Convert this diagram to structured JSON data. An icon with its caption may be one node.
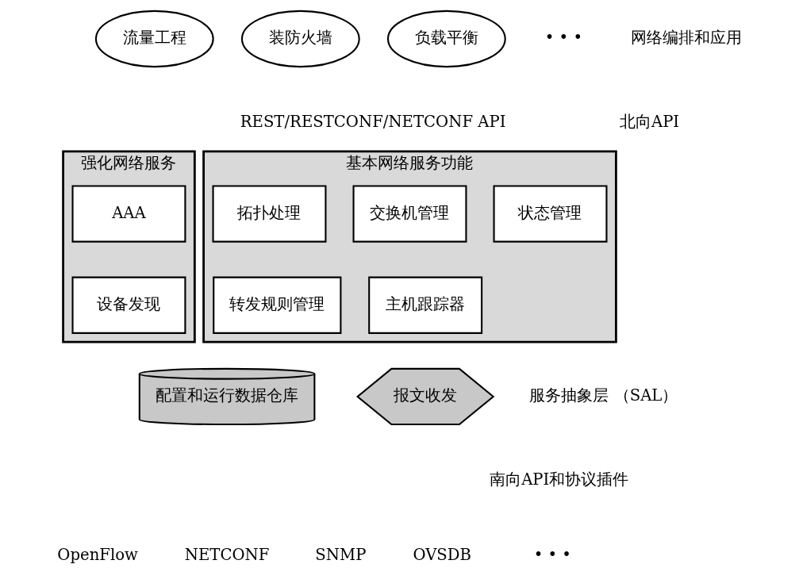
{
  "diagram": {
    "nodes": [
      {
        "text": [
          "流量工程"
        ]
      },
      {
        "text": [
          "装防火墙"
        ]
      },
      {
        "text": [
          "负载平衡"
        ]
      },
      {
        "text": [
          "强化网络服务"
        ]
      },
      {
        "text": [
          "AAA"
        ],
        "in": 3
      },
      {
        "text": [
          "设备发现"
        ],
        "in": 3
      },
      {
        "text": [
          "基本网络服务功能"
        ]
      },
      {
        "text": [
          "拓扑处理"
        ],
        "in": 6
      },
      {
        "text": [
          "交换机管理"
        ],
        "in": 6
      },
      {
        "text": [
          "状态管理"
        ],
        "in": 6
      },
      {
        "text": [
          "转发规则管理"
        ],
        "in": 6
      },
      {
        "text": [
          "主机跟踪器"
        ],
        "in": 6
      },
      {
        "text": [
          "配置和运行数据仓库"
        ]
      },
      {
        "text": [
          "报文收发"
        ]
      }
    ],
    "labels": [
      "• • •",
      "网络编排和应用",
      "REST/RESTCONF/NETCONF API",
      "北向API",
      "服务抽象层 （SAL）",
      "南向API和协议插件",
      "OpenFlow",
      "NETCONF",
      "SNMP",
      "OVSDB",
      "• • •"
    ]
  }
}
